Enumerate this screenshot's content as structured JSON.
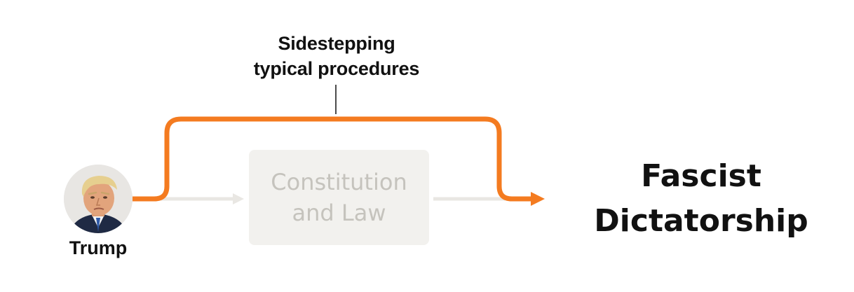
{
  "annotation": {
    "line1": "Sidestepping",
    "line2": "typical procedures"
  },
  "box": {
    "line1": "Constitution",
    "line2": "and Law"
  },
  "person": {
    "label": "Trump",
    "avatar_icon": "portrait-photo"
  },
  "destination": {
    "line1": "Fascist",
    "line2": "Dictatorship"
  },
  "colors": {
    "bypass_path": "#f47b20",
    "blocked_path": "#e9e7e3",
    "box_fill": "#f2f1ee",
    "box_text": "#c5c3bd",
    "text": "#111111"
  }
}
